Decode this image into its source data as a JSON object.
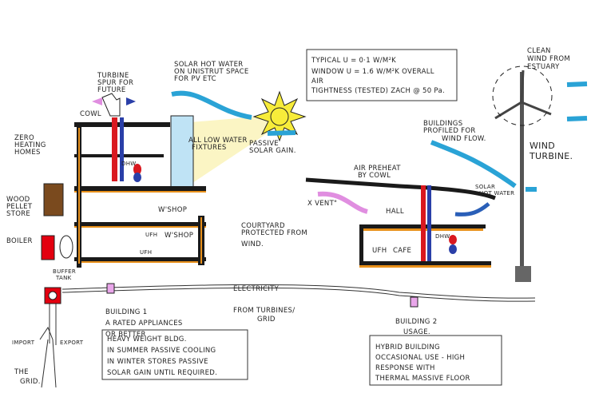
{
  "colors": {
    "wind": "#2aa3d6",
    "sun": "#f7ec3a",
    "glass": "#bfe3f5",
    "hot": "#d9181f",
    "cold": "#2a3fa8",
    "extract": "#e08ee0",
    "timber": "#e8901a",
    "slab": "#1a1a1a",
    "pellet": "#7a4a1e"
  },
  "labels": {
    "turbine_spur": [
      "TURBINE",
      "SPUR FOR",
      "FUTURE"
    ],
    "solar_hot_water": [
      "SOLAR HOT WATER",
      "ON UNISTRUT SPACE",
      "FOR PV ETC"
    ],
    "cowl": "COWL",
    "zero_heating": [
      "ZERO",
      "HEATING",
      "HOMES"
    ],
    "low_water": [
      "ALL LOW WATER",
      "FIXTURES"
    ],
    "passive_solar": [
      "PASSIVE",
      "SOLAR GAIN."
    ],
    "dhw1": "DHW",
    "wshop_upper": "W'SHOP",
    "wshop_lower": "W'SHOP",
    "ufh1": "UFH",
    "ufh2": "UFH",
    "wood_pellet": [
      "WOOD",
      "PELLET",
      "STORE"
    ],
    "boiler": "BOILER",
    "courtyard": [
      "COURTYARD",
      "PROTECTED FROM",
      "WIND."
    ],
    "spec": [
      "TYPICAL   U = 0·1 W/M²K",
      "WINDOW    U = 1.6 W/M²K  OVERALL",
      "AIR",
      "TIGHTNESS (TESTED)  ZACH @ 50 Pa."
    ],
    "clean_wind": [
      "CLEAN",
      "WIND FROM",
      "ESTUARY"
    ],
    "wind_turbine": [
      "WIND",
      "TURBINE."
    ],
    "profiled": [
      "BUILDINGS",
      "PROFILED FOR",
      "WIND FLOW."
    ],
    "air_preheat": [
      "AIR PREHEAT",
      "BY COWL"
    ],
    "solar_hot_water2": [
      "SOLAR",
      "HOT WATER"
    ],
    "x_vent": "X VENT\"",
    "hall": "HALL",
    "dhw2": "DHW",
    "ufh3": "UFH",
    "cafe": "CAFE",
    "buffer_tank": [
      "BUFFER",
      "TANK"
    ],
    "electricity": "ELECTRICITY",
    "from_turbines": [
      "FROM TURBINES/",
      "GRID"
    ],
    "building1": [
      "BUILDING 1",
      "A RATED APPLIANCES",
      "OR BETTER"
    ],
    "building2": [
      "BUILDING 2",
      "USAGE."
    ],
    "import": "IMPORT",
    "export": "EXPORT",
    "the_grid": [
      "THE",
      "GRID."
    ],
    "note1": [
      "HEAVY WEIGHT BLDG.",
      "IN SUMMER PASSIVE  COOLING",
      "IN WINTER STORES PASSIVE",
      "SOLAR GAIN UNTIL REQUIRED."
    ],
    "note2": [
      "HYBRID BUILDING",
      "OCCASIONAL USE - HIGH",
      "RESPONSE WITH",
      "THERMAL MASSIVE FLOOR"
    ]
  }
}
